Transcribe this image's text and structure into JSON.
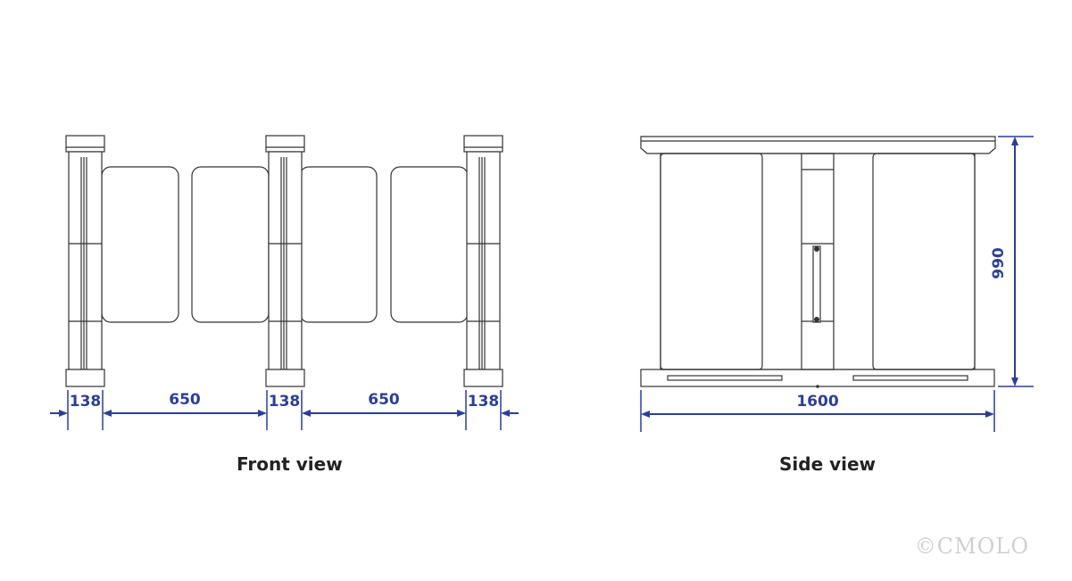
{
  "front_view": {
    "caption": "Front view",
    "dimensions": {
      "post_1": "138",
      "gap_1": "650",
      "post_2": "138",
      "gap_2": "650",
      "post_3": "138"
    }
  },
  "side_view": {
    "caption": "Side view",
    "dimensions": {
      "length": "1600",
      "height": "990"
    }
  },
  "copyright": "©CMOLO",
  "colors": {
    "dimension": "#2b3f93",
    "line": "#333333"
  }
}
